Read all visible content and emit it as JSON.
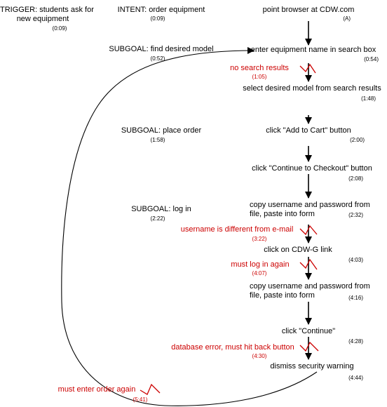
{
  "colors": {
    "ink": "#000000",
    "error": "#cc0000",
    "background": "#ffffff"
  },
  "trigger": {
    "label": "TRIGGER: students ask for",
    "label2": "new equipment",
    "time": "(0:09)"
  },
  "intent": {
    "label": "INTENT: order equipment",
    "time": "(0:09)"
  },
  "subgoals": [
    {
      "label": "SUBGOAL: find desired model",
      "time": "(0:52)"
    },
    {
      "label": "SUBGOAL: place order",
      "time": "(1:58)"
    },
    {
      "label": "SUBGOAL: log in",
      "time": "(2:22)"
    }
  ],
  "steps": [
    {
      "label": "point browser at CDW.com",
      "time": "(A)"
    },
    {
      "label": "enter equipment name in search box",
      "time": "(0:54)"
    },
    {
      "label": "select desired model from search results",
      "time": "(1:48)"
    },
    {
      "label": "click \"Add to Cart\" button",
      "time": "(2:00)"
    },
    {
      "label": "click \"Continue to Checkout\" button",
      "time": "(2:08)"
    },
    {
      "label": "copy username and password from",
      "label2": "file, paste into form",
      "time": "(2:32)"
    },
    {
      "label": "click on CDW-G link",
      "time": "(4:03)"
    },
    {
      "label": "copy username and password from",
      "label2": "file, paste into form",
      "time": "(4:16)"
    },
    {
      "label": "click \"Continue\"",
      "time": "(4:28)"
    },
    {
      "label": "dismiss security warning",
      "time": "(4:44)"
    }
  ],
  "errors": [
    {
      "label": "no search results",
      "time": "(1:05)"
    },
    {
      "label": "username is different from e-mail",
      "time": "(3:22)"
    },
    {
      "label": "must log in again",
      "time": "(4:07)"
    },
    {
      "label": "database error, must hit back button",
      "time": "(4:30)"
    },
    {
      "label": "must enter order again",
      "time": "(5:41)"
    }
  ]
}
